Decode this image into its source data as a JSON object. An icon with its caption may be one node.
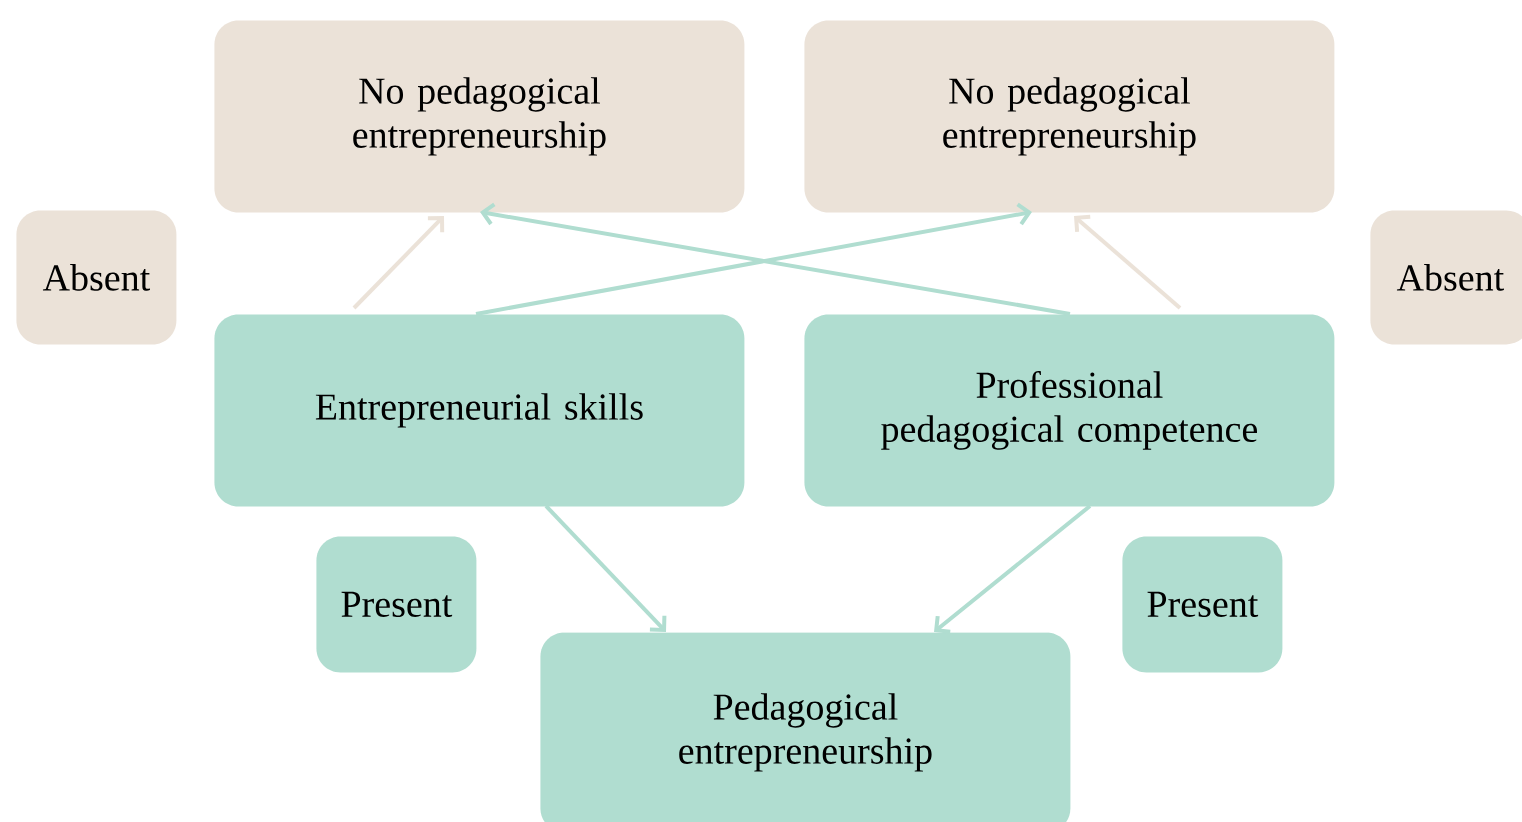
{
  "diagram": {
    "nodes": [
      {
        "text": [
          "No pedagogical entrepreneurship"
        ]
      },
      {
        "text": [
          "No pedagogical entrepreneurship"
        ]
      },
      {
        "text": [
          "Absent"
        ]
      },
      {
        "text": [
          "Absent"
        ]
      },
      {
        "text": [
          "Entrepreneurial skills"
        ]
      },
      {
        "text": [
          "Professional pedagogical competence"
        ]
      },
      {
        "text": [
          "Present"
        ]
      },
      {
        "text": [
          "Present"
        ]
      },
      {
        "text": [
          "Pedagogical entrepreneurship"
        ]
      }
    ],
    "edges": [
      {
        "from": 4,
        "to": 1,
        "arrow": "to"
      },
      {
        "from": 5,
        "to": 0,
        "arrow": "to"
      },
      {
        "from": 4,
        "to": 8,
        "arrow": "to"
      },
      {
        "from": 5,
        "to": 8,
        "arrow": "to"
      },
      {
        "from": 4,
        "to": 0,
        "arrow": "to",
        "color": "#ebe2d8"
      },
      {
        "from": 5,
        "to": 1,
        "arrow": "to",
        "color": "#ebe2d8"
      }
    ]
  }
}
